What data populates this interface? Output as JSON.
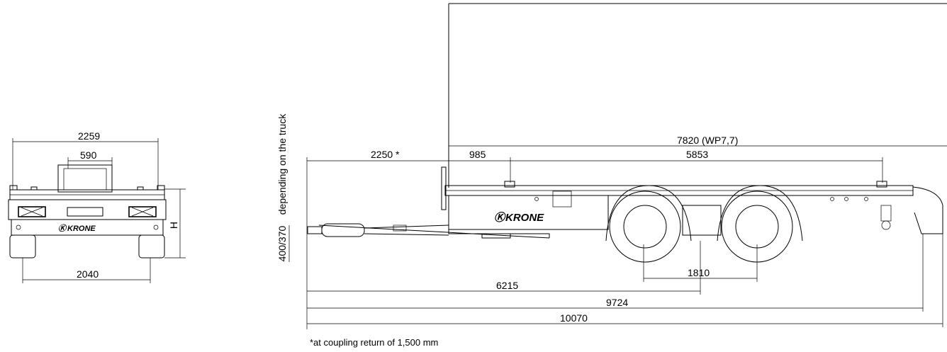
{
  "front_view": {
    "width_top": "2259",
    "width_inner": "590",
    "track_width": "2040",
    "height_label": "H",
    "logo": "KRONE"
  },
  "side_view": {
    "label_rear_overhang": "2250 *",
    "label_985": "985",
    "label_5853": "5853",
    "label_wp": "7820 (WP7,7)",
    "label_axle_spacing": "1810",
    "label_6215": "6215",
    "label_9724": "9724",
    "label_total_length": "10070",
    "label_coupling_height": "400/370",
    "label_depending": "depending on the truck",
    "logo": "KRONE"
  },
  "footnote": "*at coupling return of 1,500 mm"
}
